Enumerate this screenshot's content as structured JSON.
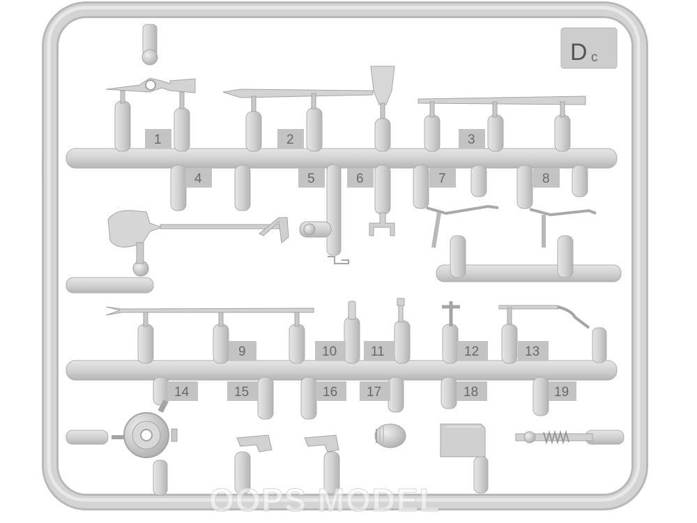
{
  "sprue": {
    "tag": {
      "main": "D",
      "sub": "c"
    },
    "part_numbers": [
      "1",
      "2",
      "3",
      "4",
      "5",
      "6",
      "7",
      "8",
      "9",
      "10",
      "11",
      "12",
      "13",
      "14",
      "15",
      "16",
      "17",
      "18",
      "19"
    ],
    "watermark": "OOPS MODEL"
  },
  "colors": {
    "background": "#ffffff",
    "plastic": "#cfcfcf",
    "plastic_edge": "#a9a9a9",
    "plastic_highlight": "#ebebeb",
    "label_box": "#bdbdbd",
    "label_text": "#686868"
  }
}
